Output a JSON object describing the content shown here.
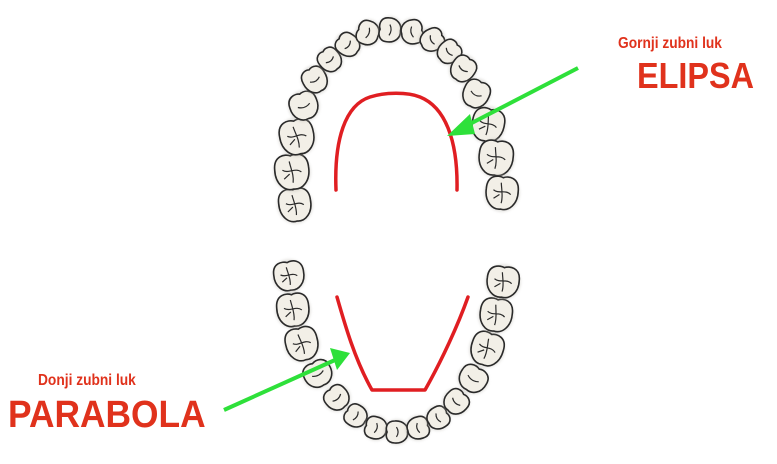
{
  "upper_arch": {
    "caption": "Gornji zubni luk",
    "shape_name": "ELIPSA"
  },
  "lower_arch": {
    "caption": "Donji zubni luk",
    "shape_name": "PARABOLA"
  },
  "colors": {
    "label": "#e0321c",
    "curve": "#e01e22",
    "arrow": "#2ee03a",
    "tooth_fill": "#f2efe7",
    "tooth_outline": "#2a2a2a",
    "gum_shadow": "#b9b6ad"
  }
}
